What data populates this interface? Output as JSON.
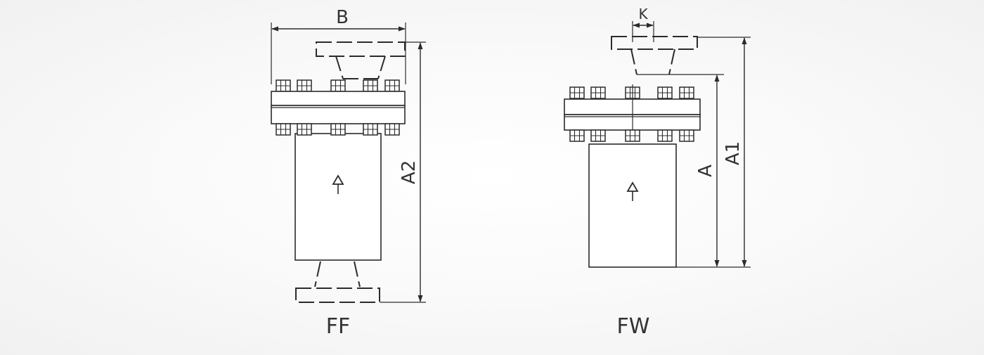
{
  "ff": {
    "caption": "FF",
    "dim_width": "B",
    "dim_height": "A2"
  },
  "fw": {
    "caption": "FW",
    "dim_offset": "K",
    "dim_height_body": "A",
    "dim_height_total": "A1"
  },
  "colors": {
    "line": "#2b2b2b",
    "background": "#f6f6f6"
  }
}
